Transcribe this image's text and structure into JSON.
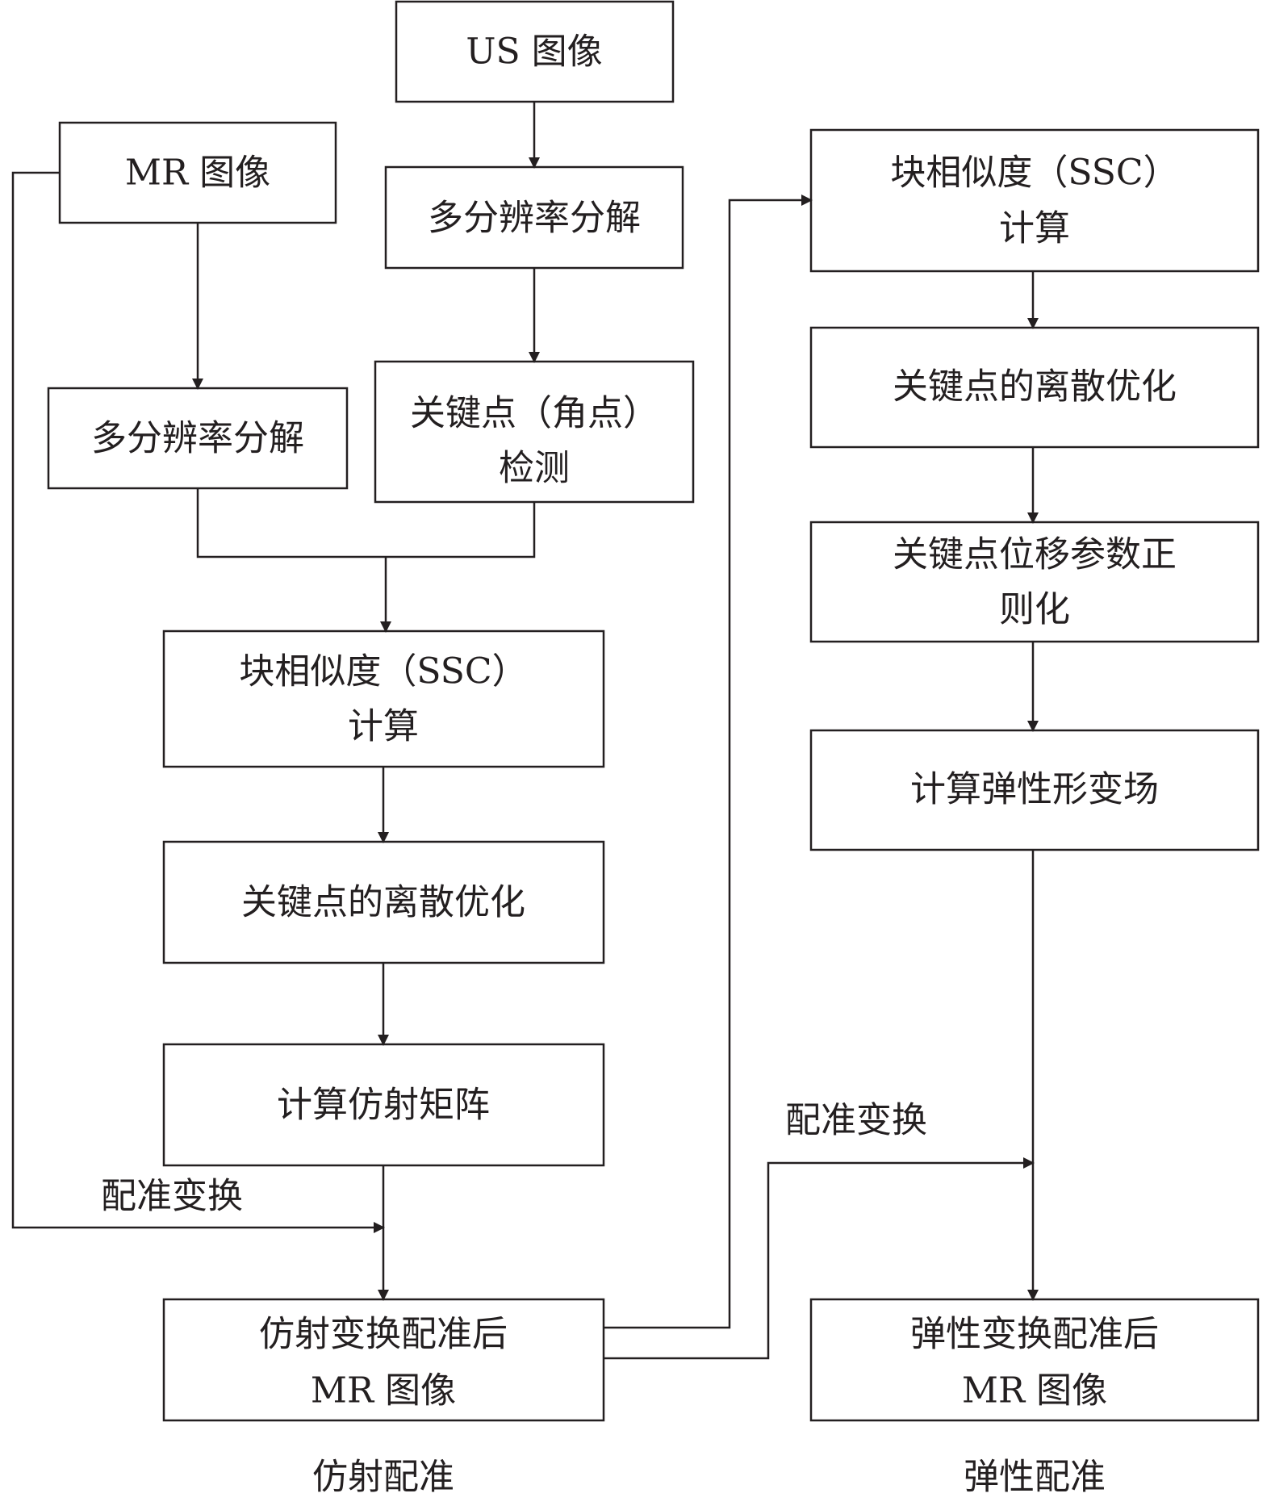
{
  "boxes": {
    "us_image": "US 图像",
    "mr_image": "MR 图像",
    "us_multires": "多分辨率分解",
    "mr_multires": "多分辨率分解",
    "keypoint_detect": [
      "关键点（角点）",
      "检测"
    ],
    "affine_ssc": [
      "块相似度（SSC）",
      "计算"
    ],
    "affine_discrete_opt": "关键点的离散优化",
    "affine_matrix": "计算仿射矩阵",
    "affine_result": [
      "仿射变换配准后",
      "MR 图像"
    ],
    "elastic_ssc": [
      "块相似度（SSC）",
      "计算"
    ],
    "elastic_discrete_opt": "关键点的离散优化",
    "elastic_regularize": [
      "关键点位移参数正",
      "则化"
    ],
    "elastic_field": "计算弹性形变场",
    "elastic_result": [
      "弹性变换配准后",
      "MR 图像"
    ]
  },
  "edge_labels": {
    "affine_transform": "配准变换",
    "elastic_transform": "配准变换"
  },
  "captions": {
    "affine": "仿射配准",
    "elastic": "弹性配准"
  }
}
